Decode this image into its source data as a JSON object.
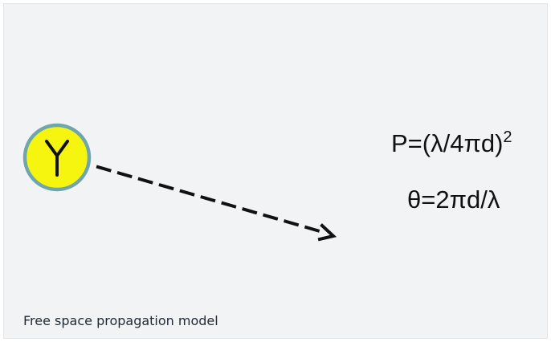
{
  "diagram": {
    "antenna": {
      "icon": "antenna-icon",
      "fill_color": "#f5f50f",
      "ring_color": "#6fa6ad",
      "stroke_color": "#111111"
    },
    "signal_arrow": {
      "style": "dashed",
      "color": "#111111"
    },
    "formulas": {
      "power_base": "P=(λ/4πd)",
      "power_exponent": "2",
      "phase": "θ=2πd/λ"
    }
  },
  "caption": "Free space propagation model"
}
